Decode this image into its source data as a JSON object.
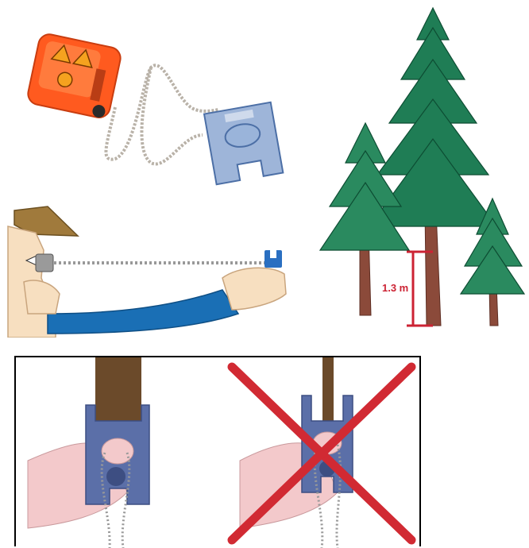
{
  "tree_illustration": {
    "height_label": "1.3 m",
    "marker_color": "#cc2233",
    "foliage_color": "#1f7d55",
    "trunk_color": "#8b4a3a"
  },
  "device_illustration": {
    "body_color": "#ff5a1f",
    "button_color": "#f5a21f",
    "transponder_color": "#6f8fc0"
  },
  "usage_illustration": {
    "sleeve_color": "#1a6fb5",
    "skin_color": "#f7dfc0",
    "hair_color": "#a07a3c"
  },
  "grip_panel": {
    "correct_grip": "correct",
    "incorrect_grip": "incorrect",
    "cross_color": "#d12a33",
    "holder_color": "#5b6fa8",
    "hand_color": "#f3c9cb",
    "trunk_color": "#6b4a2a"
  }
}
